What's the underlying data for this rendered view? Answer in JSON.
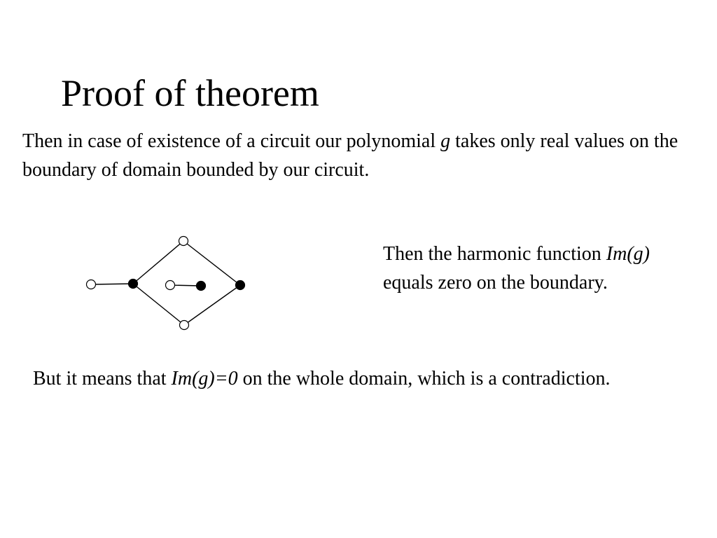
{
  "slide": {
    "title": "Proof of theorem",
    "para1": {
      "before": "Then in case of existence of a circuit our polynomial ",
      "var": "g",
      "after": " takes only real values on the boundary of domain bounded by our circuit."
    },
    "para2": {
      "before": "Then the harmonic function ",
      "var": "Im(g)",
      "after": " equals zero on the boundary."
    },
    "para3": {
      "before": "But it means that ",
      "var": "Im(g)=0",
      "after": " on the whole domain, which is a contradiction."
    }
  },
  "diagram": {
    "vertices": [
      {
        "id": "v-left-end",
        "fill": "white"
      },
      {
        "id": "v-left",
        "fill": "black"
      },
      {
        "id": "v-top",
        "fill": "white"
      },
      {
        "id": "v-bottom",
        "fill": "white"
      },
      {
        "id": "v-right",
        "fill": "black"
      },
      {
        "id": "v-inner-white",
        "fill": "white"
      },
      {
        "id": "v-inner-black",
        "fill": "black"
      }
    ],
    "edges": [
      [
        "v-left-end",
        "v-left"
      ],
      [
        "v-left",
        "v-top"
      ],
      [
        "v-left",
        "v-bottom"
      ],
      [
        "v-top",
        "v-right"
      ],
      [
        "v-bottom",
        "v-right"
      ],
      [
        "v-inner-white",
        "v-inner-black"
      ]
    ]
  }
}
